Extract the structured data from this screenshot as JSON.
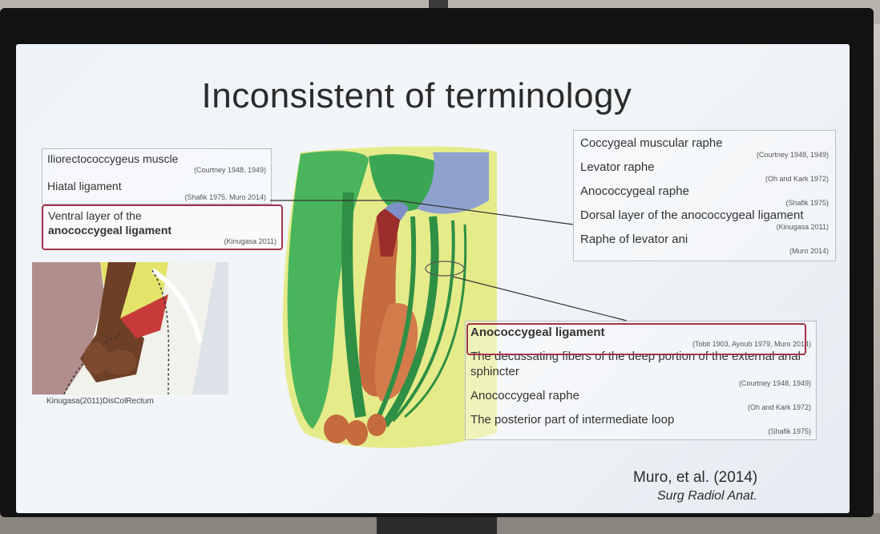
{
  "slide": {
    "title": "Inconsistent of terminology",
    "left_box": [
      {
        "term": "Iliorectococcygeus muscle",
        "citation": "(Courtney 1948, 1949)"
      },
      {
        "term": "Hiatal ligament",
        "citation": "(Shafik 1975, Muro 2014)"
      }
    ],
    "left_red_box": {
      "term_line1": "Ventral layer of the",
      "term_line2": "anococcygeal ligament",
      "citation": "(Kinugasa 2011)"
    },
    "right_top_box": [
      {
        "term": "Coccygeal muscular raphe",
        "citation": "(Courtney 1948, 1949)"
      },
      {
        "term": "Levator raphe",
        "citation": "(Oh and Kark 1972)"
      },
      {
        "term": "Anococcygeal raphe",
        "citation": "(Shafik 1975)"
      },
      {
        "term": "Dorsal layer of the anococcygeal ligament",
        "citation": "(Kinugasa 2011)"
      },
      {
        "term": "Raphe of levator ani",
        "citation": "(Muro 2014)"
      }
    ],
    "right_bottom_box": [
      {
        "term": "Anococcygeal ligament",
        "citation": "(Tobit 1903, Ayoub 1979, Muro 2014)"
      },
      {
        "term": "The decussating fibers of the deep portion of the external anal sphincter",
        "citation": "(Courtney 1948, 1949)"
      },
      {
        "term": "Anococcygeal raphe",
        "citation": "(Oh and Kark 1972)"
      },
      {
        "term": "The posterior part of intermediate loop",
        "citation": "(Shafik 1975)"
      }
    ],
    "inset_caption": "Kinugasa(2011)DisColRectum",
    "reference_authors": "Muro, et al. (2014)",
    "reference_journal": "Surg Radiol Anat."
  },
  "colors": {
    "slide_bg": "#eef3f8",
    "red_frame": "#a3334a",
    "green_dark": "#2f9a48",
    "green_light": "#e6eb8a",
    "muscle_brown": "#c56b3e",
    "blue": "#8fa2cf"
  }
}
